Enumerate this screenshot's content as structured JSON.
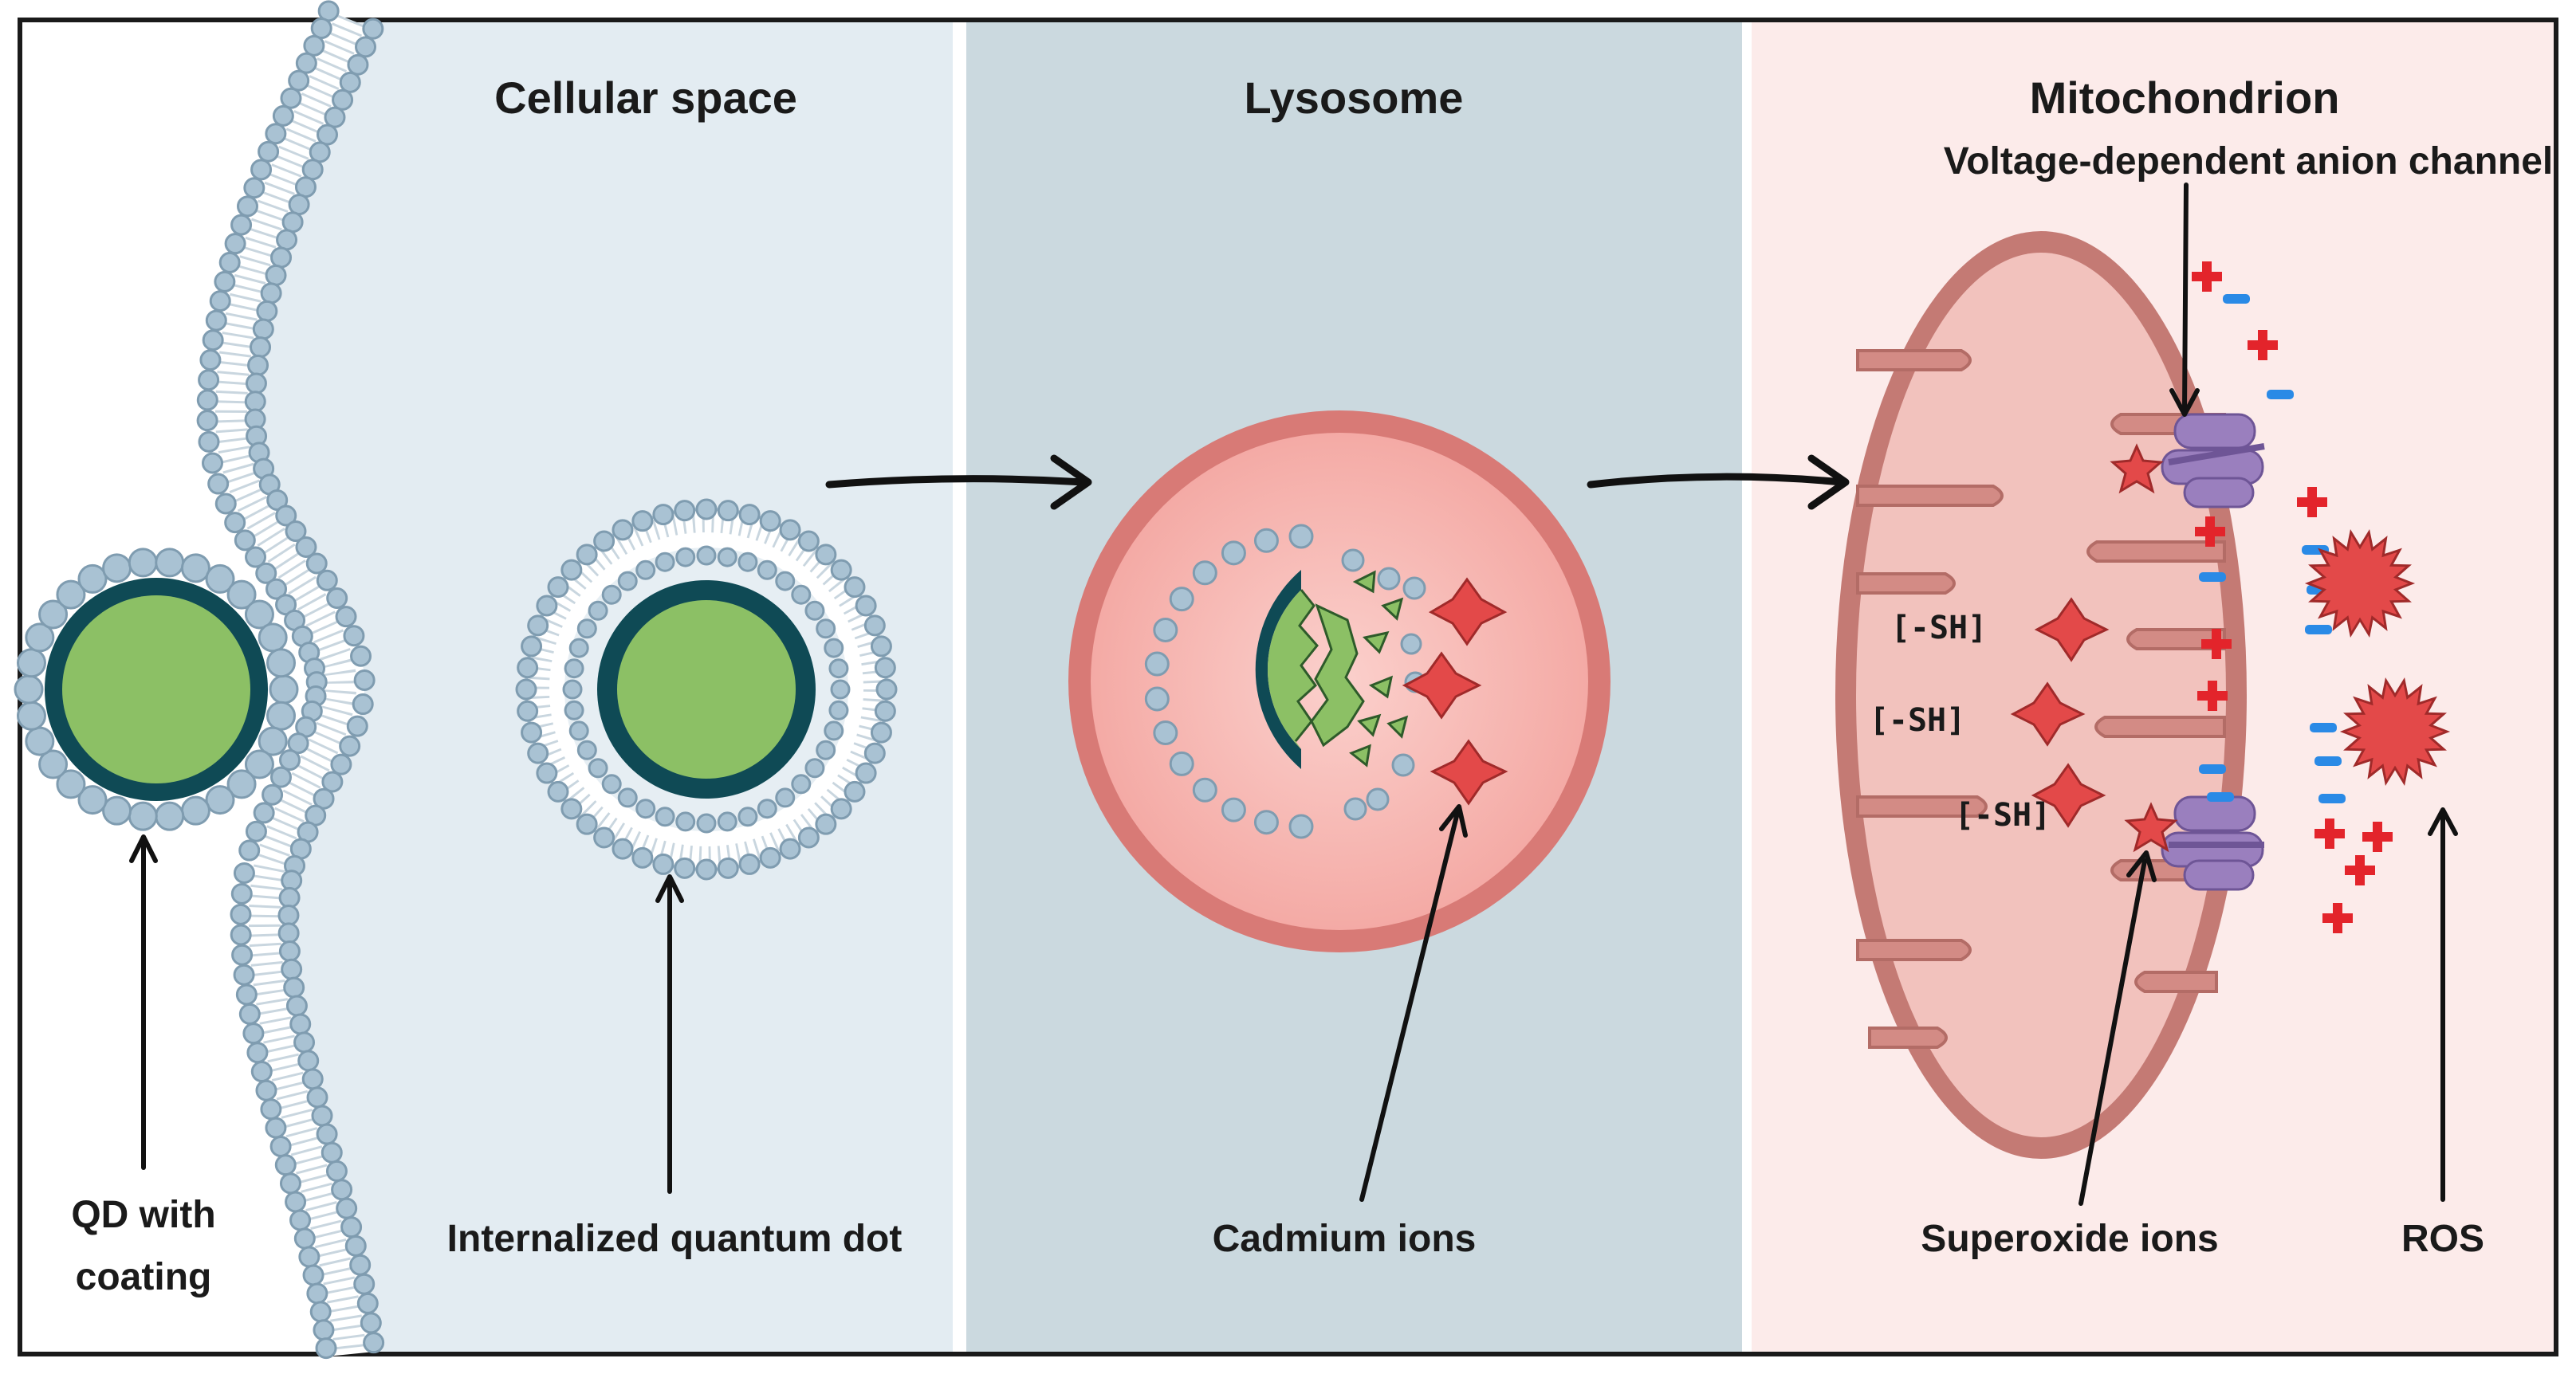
{
  "panels": {
    "cellular_space": {
      "title": "Cellular space"
    },
    "lysosome": {
      "title": "Lysosome"
    },
    "mitochondrion": {
      "title": "Mitochondrion"
    }
  },
  "labels": {
    "qd_with_coating_line1": "QD with",
    "qd_with_coating_line2": "coating",
    "internalized_quantum_dot": "Internalized quantum dot",
    "cadmium_ions": "Cadmium ions",
    "voltage_dependent_anion_channel": "Voltage-dependent anion channel",
    "superoxide_ions": "Superoxide ions",
    "ros": "ROS",
    "thiol_group": "[-SH]"
  },
  "colors": {
    "extracellular_bg": "#ffffff",
    "cellular_bg": "#e3ecf2",
    "lysosome_panel_bg": "#cbd9df",
    "mito_panel_bg": "#fcebea",
    "qd_core": "#8cc065",
    "qd_shell": "#0f4a55",
    "membrane_head": "#a9c2d3",
    "lysosome_fill": "#f8b9b4",
    "lysosome_rim": "#d87a76",
    "mito_outer": "#c47a74",
    "mito_inner": "#f2c2bd",
    "cadmium_star": "#e34949",
    "channel": "#9a7fbe",
    "plus_charge": "#e3242b",
    "minus_charge": "#2a8ae6"
  }
}
